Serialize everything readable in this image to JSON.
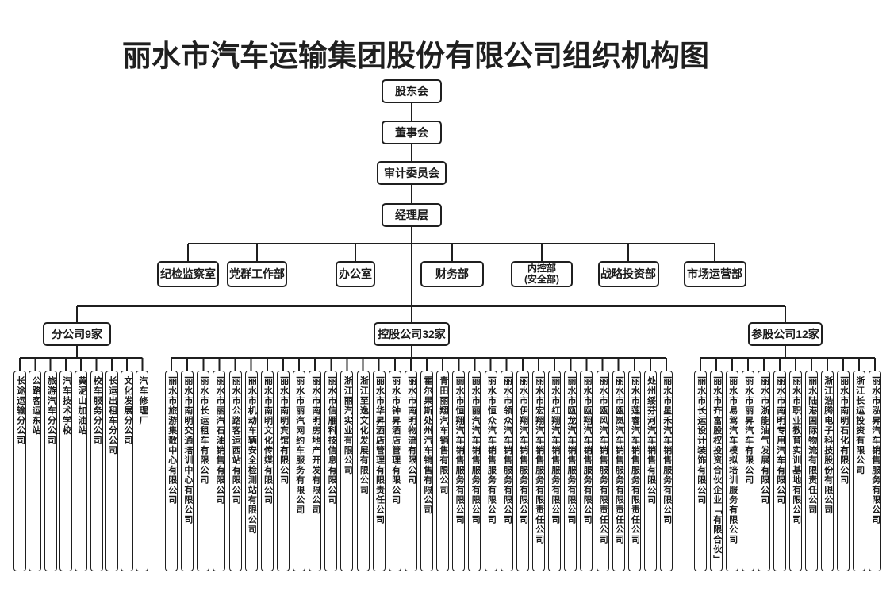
{
  "title": "丽水市汽车运输集团股份有限公司组织机构图",
  "chain": [
    "股东会",
    "董事会",
    "审计委员会",
    "经理层"
  ],
  "departments": [
    "纪检监察室",
    "党群工作部",
    "办公室",
    "财务部",
    "内控部\n(安全部)",
    "战略投资部",
    "市场运营部"
  ],
  "groups": [
    {
      "label": "分公司9家",
      "companies": [
        "长途运输分公司",
        "公路客运东站",
        "旅游汽车分公司",
        "汽车技术学校",
        "黄泥山加油站",
        "校车服务分公司",
        "长运出租车分公司",
        "文化发展分公司",
        "汽车修理厂"
      ]
    },
    {
      "label": "控股公司32家",
      "companies": [
        "丽水市旅游集散中心有限公司",
        "丽水市南明交通培训中心有限公司",
        "丽水市长运租车有限公司",
        "丽水市丽汽石油销售有限公司",
        "丽水市公路客运西站有限公司",
        "丽水市机动车辆安全检测站有限公司",
        "丽水市南明文化传媒有限公司",
        "丽水市南明宾馆有限公司",
        "丽水市丽汽网约车服务有限公司",
        "丽水市南明房地产开发有限公司",
        "丽水市信雁科技信息有限公司",
        "浙江丽汽实业有限公司",
        "浙江至逸文化发展有限公司",
        "丽水市华昇酒店管理有限责任公司",
        "丽水市钟昇酒店管理有限公司",
        "丽水市南明物流有限公司",
        "霍尔果斯处州汽车销售有限公司",
        "青田丽翔汽车销售有限公司",
        "丽水市恒翔汽车销售服务有限公司",
        "丽水市丽汽汽车销售服务有限公司",
        "丽水市恒众汽车销售服务有限公司",
        "丽水市领众汽车销售服务有限公司",
        "丽水市伊翔汽车销售服务有限公司",
        "丽水市宏翔汽车销售服务有限责任公司",
        "丽水市红翔汽车销售服务有限公司",
        "丽水市瓯龙汽车销售服务有限公司",
        "丽水市瓯翔汽车销售服务有限公司",
        "丽水市瓯风汽车销售服务有限责任公司",
        "丽水市瓯岚汽车销售服务有限责任公司",
        "丽水市莲睿汽车销售服务有限责任公司",
        "处州绥芬河汽车销售有限公司",
        "丽水市星禾汽车销售服务有限公司"
      ]
    },
    {
      "label": "参股公司12家",
      "companies": [
        "丽水市长运设计装饰有限公司",
        "丽水市齐富股权投资合伙企业「有限合伙」",
        "丽水市易驾汽车模拟培训服务有限公司",
        "丽水市丽昇汽车有限公司",
        "丽水市浙能油气发展有限公司",
        "丽水市南明专用汽车有限公司",
        "丽水市职业教育实训基地有限公司",
        "丽水陆港国际物流有限责任公司",
        "浙江浩腾电子科技股份有限公司",
        "丽水市南明石化有限公司",
        "浙江长运投资有限公司",
        "丽水市泓昇汽车销售服务有限公司"
      ]
    }
  ],
  "colors": {
    "background": "#ffffff",
    "line": "#1f1f1f",
    "box_border": "#1f1f1f",
    "box_bg": "#ffffff",
    "text": "#1a1a1a"
  }
}
